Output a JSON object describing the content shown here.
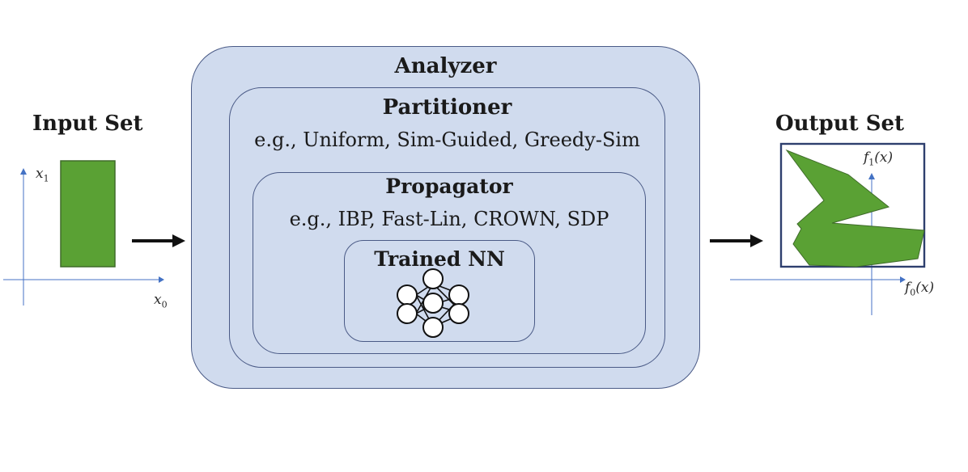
{
  "input": {
    "title": "Input Set",
    "x_axis": "x",
    "x_axis_sub": "0",
    "y_axis": "x",
    "y_axis_sub": "1"
  },
  "analyzer": {
    "title": "Analyzer",
    "partitioner": {
      "title": "Partitioner",
      "examples": "e.g., Uniform, Sim-Guided, Greedy-Sim"
    },
    "propagator": {
      "title": "Propagator",
      "examples": "e.g., IBP, Fast-Lin, CROWN, SDP"
    },
    "network": {
      "title": "Trained NN"
    }
  },
  "output": {
    "title": "Output Set",
    "x_axis": "f",
    "x_axis_sub": "0",
    "x_axis_arg": "(x)",
    "y_axis": "f",
    "y_axis_sub": "1",
    "y_axis_arg": "(x)"
  },
  "colors": {
    "set_fill": "#5aa134",
    "set_stroke": "#3f6b2a",
    "box_fill": "#d0dbee",
    "box_stroke": "#4a5a86",
    "axis": "#4472c4",
    "arrow": "#111111"
  }
}
